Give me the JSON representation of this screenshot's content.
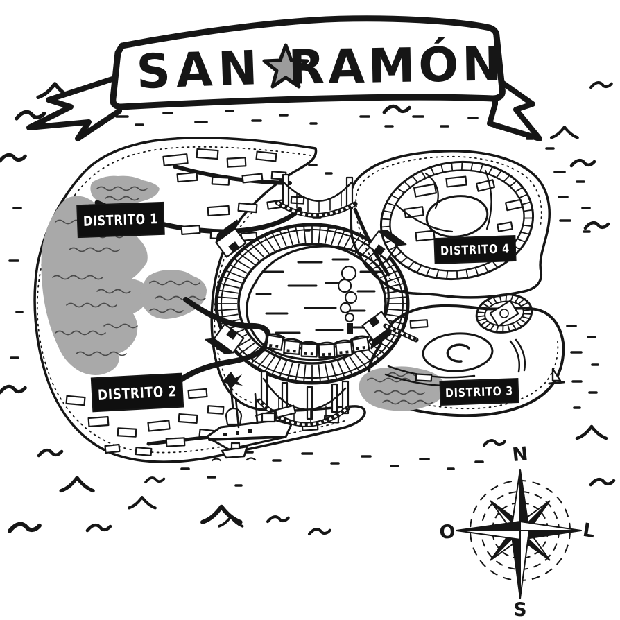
{
  "map": {
    "title": {
      "left": "SAN",
      "right": "RAMÓN"
    },
    "districts": [
      {
        "id": 1,
        "label": "DISTRITO 1"
      },
      {
        "id": 2,
        "label": "DISTRITO 2"
      },
      {
        "id": 3,
        "label": "DISTRITO 3"
      },
      {
        "id": 4,
        "label": "DISTRITO 4"
      }
    ],
    "compass": {
      "north": "N",
      "south": "S",
      "west": "O",
      "east": "L"
    },
    "colors": {
      "ink": "#161616",
      "paper": "#ffffff",
      "forest_gray": "#a9a9a9",
      "forest_line": "#4a4a4a",
      "star_gray": "#9c9c9c",
      "label_bg": "#0f0f0f",
      "label_text": "#ffffff"
    },
    "landmarks": [
      "central-arena",
      "north-suspension-bridge",
      "south-suspension-bridge",
      "walled-city-district4",
      "small-stadium-district3",
      "oval-plaza-district3",
      "harbor-ship",
      "rowboat",
      "sailboat",
      "palm-tree",
      "market-stalls",
      "smoke-plume",
      "compass-rose",
      "forest-hills"
    ]
  }
}
